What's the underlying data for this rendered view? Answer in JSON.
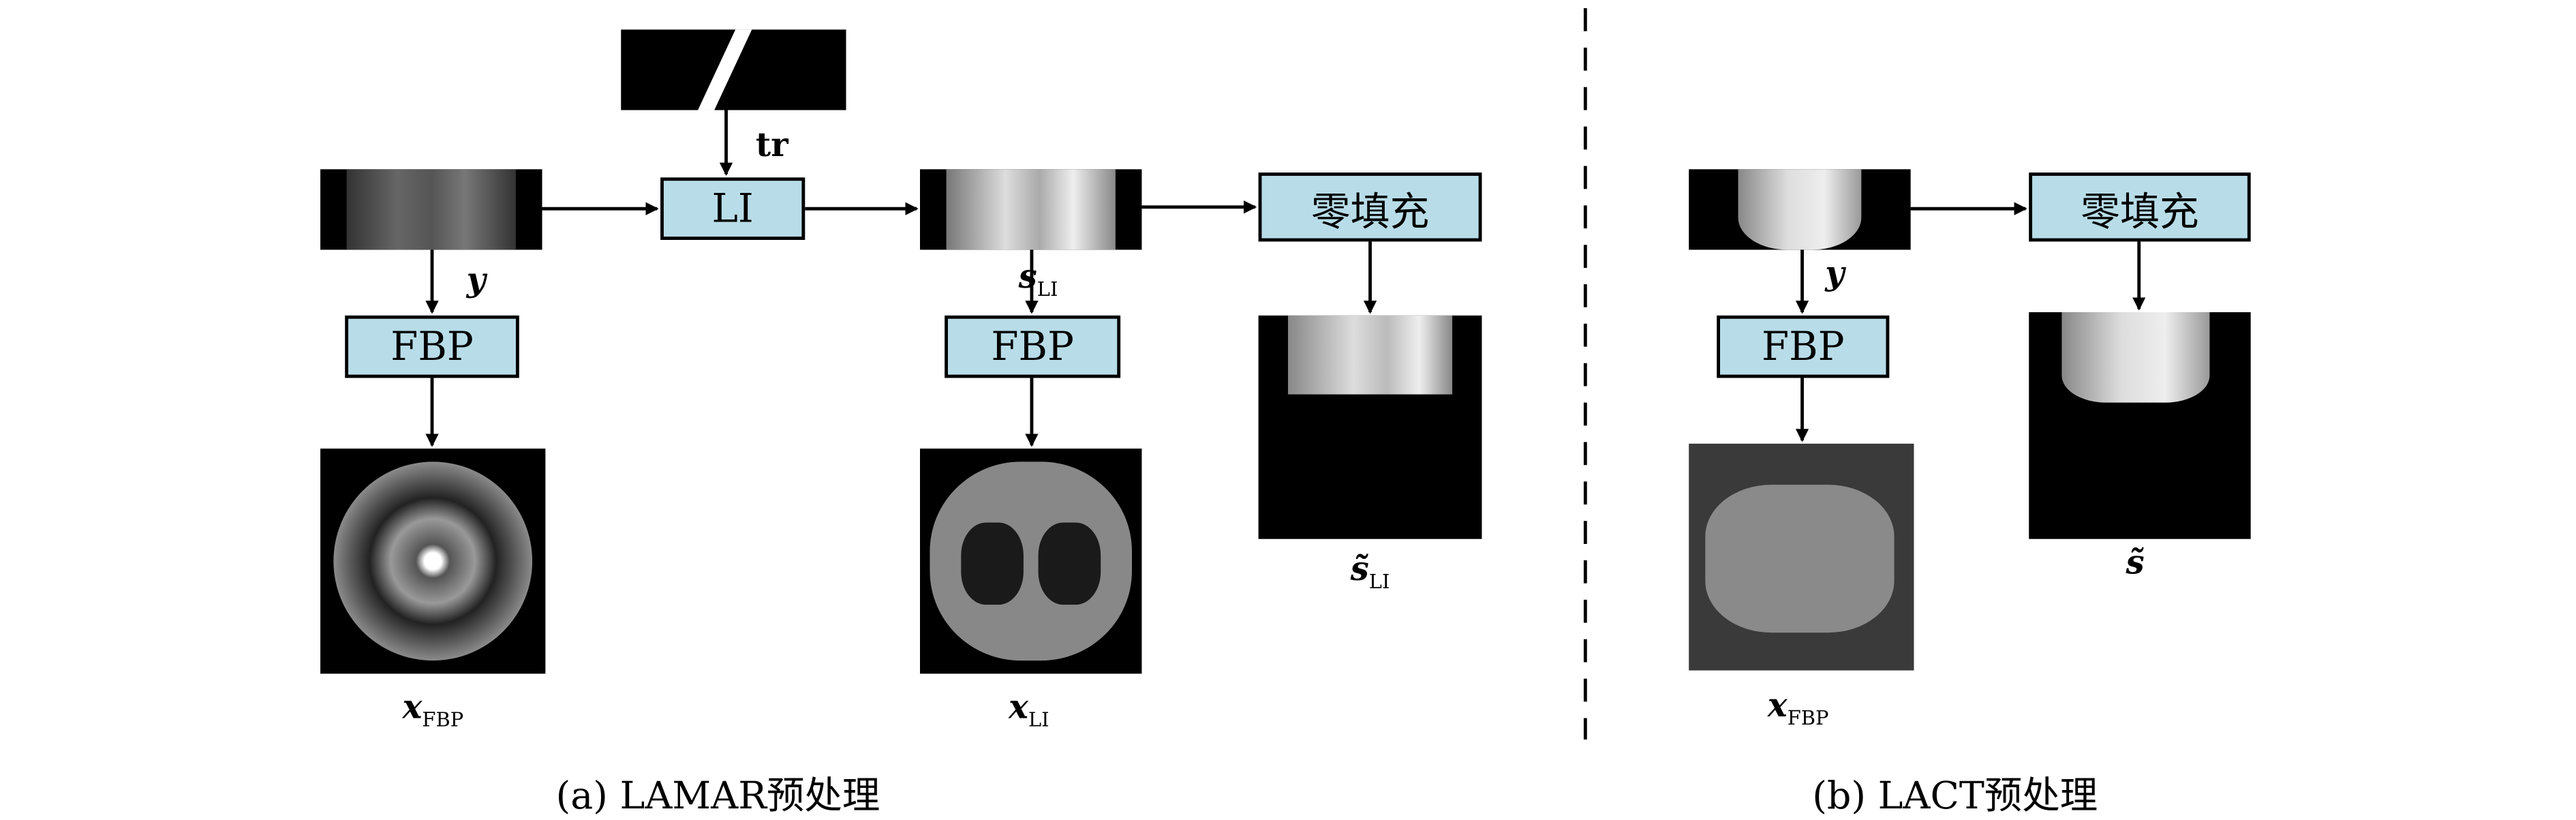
{
  "panel_a": {
    "li_label": "LI",
    "zero_fill_label": "零填充",
    "fbp_label": "FBP",
    "tr_label": "tr",
    "y_label": "y",
    "s_li_label": "s",
    "s_li_sub": "LI",
    "x_fbp_label": "x",
    "x_fbp_sub": "FBP",
    "x_li_label": "x",
    "x_li_sub": "LI",
    "s_tilde_li_label": "s̃",
    "s_tilde_li_sub": "LI",
    "caption": "(a) LAMAR预处理"
  },
  "panel_b": {
    "zero_fill_label": "零填充",
    "fbp_label": "FBP",
    "y_label": "y",
    "x_fbp_label": "x",
    "x_fbp_sub": "FBP",
    "s_tilde_label": "s̃",
    "caption": "(b) LACT预处理"
  },
  "colors": {
    "box_fill": "#b8dde8"
  }
}
